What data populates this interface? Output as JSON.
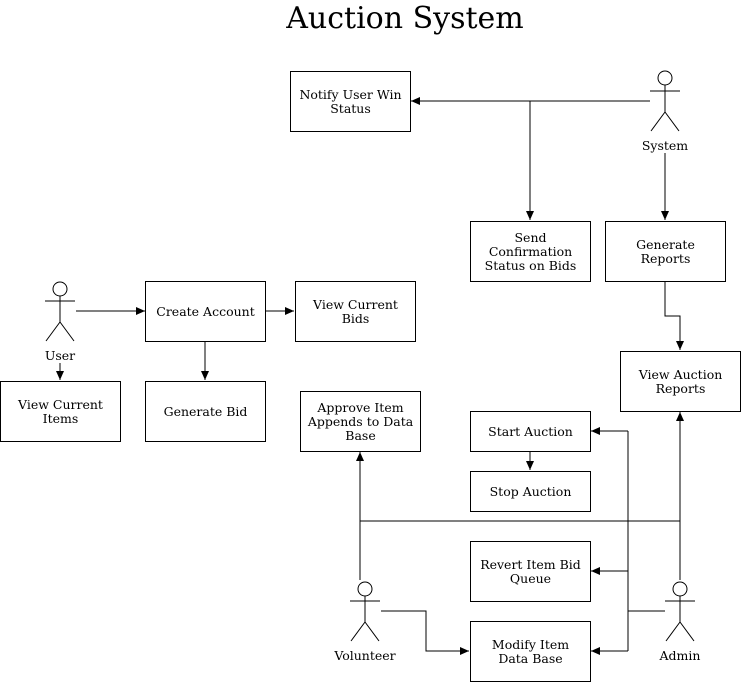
{
  "title": "Auction System",
  "actors": {
    "system": "System",
    "user": "User",
    "volunteer": "Volunteer",
    "admin": "Admin"
  },
  "use_cases": {
    "notify_user_win_status": "Notify User Win Status",
    "send_confirmation_status": "Send Confirmation Status on Bids",
    "generate_reports": "Generate Reports",
    "create_account": "Create Account",
    "view_current_bids": "View Current Bids",
    "view_auction_reports": "View Auction Reports",
    "view_current_items": "View Current Items",
    "generate_bid": "Generate Bid",
    "approve_item": "Approve Item Appends to Data Base",
    "start_auction": "Start Auction",
    "stop_auction": "Stop Auction",
    "revert_item_bid_queue": "Revert Item Bid Queue",
    "modify_item_data_base": "Modify Item Data Base"
  }
}
